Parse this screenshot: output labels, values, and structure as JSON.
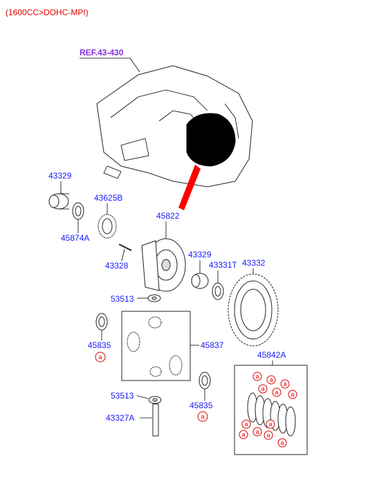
{
  "header": {
    "title": "(1600CC>DOHC-MPI)"
  },
  "reference": {
    "label": "REF.43-430"
  },
  "parts": [
    {
      "code": "43329",
      "marker": ""
    },
    {
      "code": "43625B",
      "marker": ""
    },
    {
      "code": "45874A",
      "marker": ""
    },
    {
      "code": "45822",
      "marker": ""
    },
    {
      "code": "43328",
      "marker": ""
    },
    {
      "code": "43329",
      "marker": ""
    },
    {
      "code": "43331T",
      "marker": ""
    },
    {
      "code": "43332",
      "marker": ""
    },
    {
      "code": "53513",
      "marker": ""
    },
    {
      "code": "45835",
      "marker": "a"
    },
    {
      "code": "45837",
      "marker": ""
    },
    {
      "code": "53513",
      "marker": ""
    },
    {
      "code": "45835",
      "marker": "a"
    },
    {
      "code": "43327A",
      "marker": ""
    },
    {
      "code": "45842A",
      "marker": ""
    }
  ],
  "kit_marker": "a",
  "colors": {
    "header": "#e00000",
    "part_label": "#1a1aff",
    "reference": "#8a2be2",
    "highlight": "#ff0000"
  }
}
